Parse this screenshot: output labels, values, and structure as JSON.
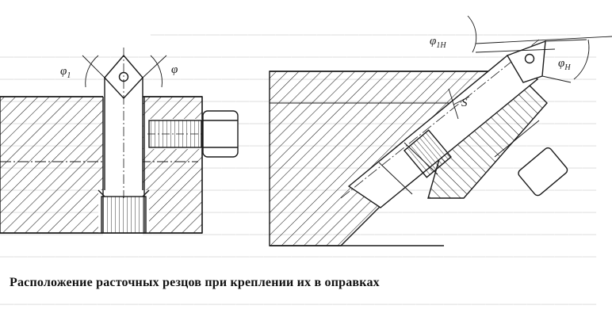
{
  "caption": "Расположение расточных резцов при креплении их в оправках",
  "labels": {
    "phi1": {
      "sym": "φ",
      "sub": "1"
    },
    "phi": {
      "sym": "φ",
      "sub": ""
    },
    "phi1h": {
      "sym": "φ",
      "sub": "1Н"
    },
    "phih": {
      "sym": "φ",
      "sub": "Н"
    },
    "s": {
      "sym": "S",
      "sub": ""
    }
  },
  "colors": {
    "ink": "#1a1a1a",
    "paper": "#ffffff",
    "bleed": "#9a9a9a"
  }
}
